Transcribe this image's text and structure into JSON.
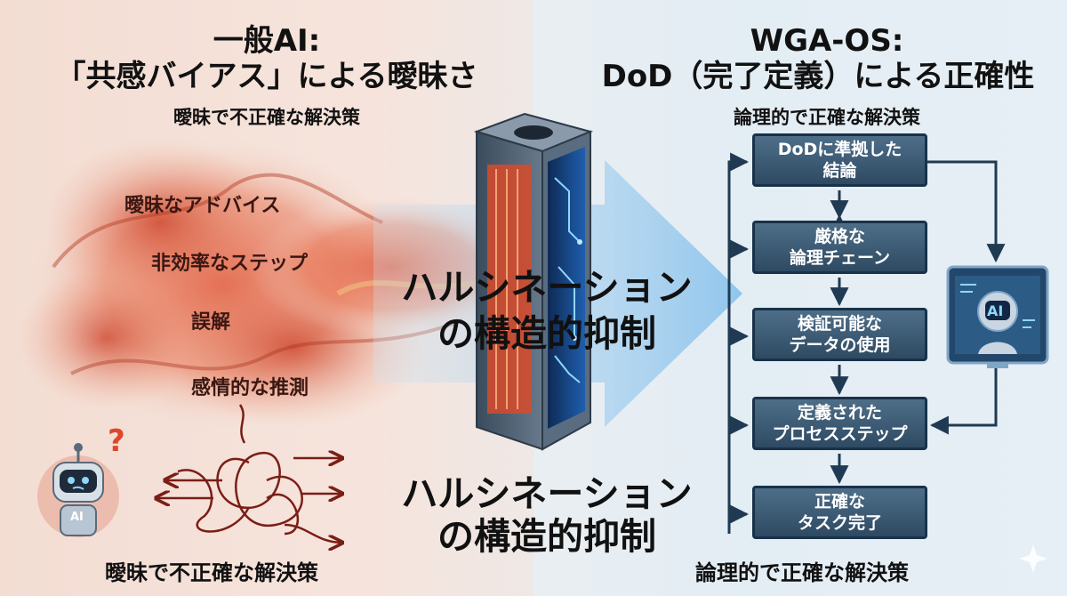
{
  "left": {
    "title_line1": "一般AI:",
    "title_line2": "「共感バイアス」による曖昧さ",
    "subtitle": "曖昧で不正確な解決策",
    "items": [
      "曖昧なアドバイス",
      "非効率なステップ",
      "誤解",
      "感情的な推測"
    ],
    "robot_badge": "AI",
    "question_mark": "?",
    "footer": "曖昧で不正確な解決策"
  },
  "right": {
    "title_line1": "WGA-OS:",
    "title_line2": "DoD（完了定義）による正確性",
    "subtitle": "論理的で正確な解決策",
    "steps": [
      {
        "line1": "DoDに準拠した",
        "line2": "結論"
      },
      {
        "line1": "厳格な",
        "line2": "論理チェーン"
      },
      {
        "line1": "検証可能な",
        "line2": "データの使用"
      },
      {
        "line1": "定義された",
        "line2": "プロセスステップ"
      },
      {
        "line1": "正確な",
        "line2": "タスク完了"
      }
    ],
    "monitor_badge": "AI",
    "footer": "論理的で正確な解決策"
  },
  "center": {
    "main_line1": "ハルシネーション",
    "main_line2": "の構造的抑制",
    "lower_line1": "ハルシネーション",
    "lower_line2": "の構造的抑制"
  },
  "colors": {
    "left_bg": "#f3ddd3",
    "right_bg": "#e3edf4",
    "smoke": "#d95a3a",
    "tangle": "#7a1e16",
    "step_box": "#3b5a74",
    "arrow_blue": "#5aa8e0"
  },
  "icons": [
    "robot-confused-icon",
    "question-mark-icon",
    "tangled-lines-icon",
    "filter-tower-icon",
    "flow-arrow-icon",
    "ai-monitor-icon",
    "sparkle-icon"
  ]
}
